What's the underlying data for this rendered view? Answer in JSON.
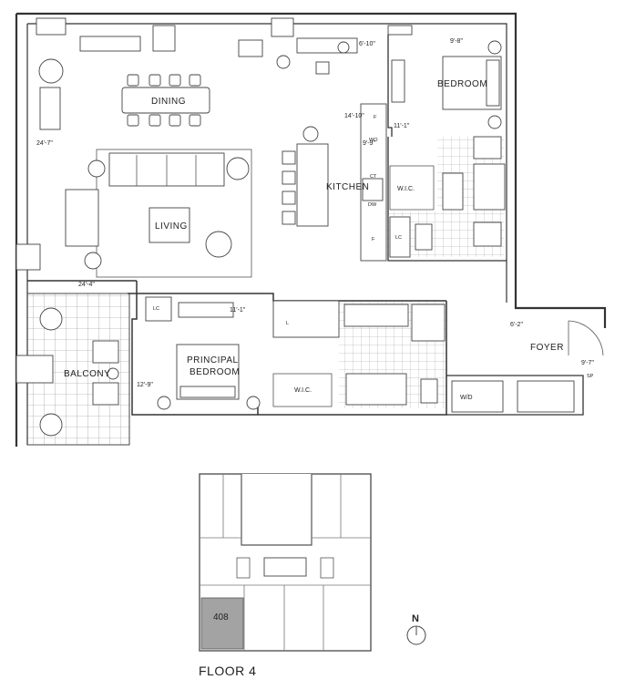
{
  "rooms": {
    "dining": "DINING",
    "living": "LIVING",
    "kitchen": "KITCHEN",
    "bedroom": "BEDROOM",
    "principal_bedroom_line1": "PRINCIPAL",
    "principal_bedroom_line2": "BEDROOM",
    "balcony": "BALCONY",
    "foyer": "FOYER",
    "wic_1": "W.I.C.",
    "wic_2": "W.I.C.",
    "wd": "W/D"
  },
  "dimensions": {
    "d_6_10": "6'-10\"",
    "d_9_8": "9'-8\"",
    "d_14_10": "14'-10\"",
    "d_11_1_a": "11'-1\"",
    "d_9_9": "9'-9\"",
    "d_24_7": "24'-7\"",
    "d_24_4": "24'-4\"",
    "d_11_1_b": "11'-1\"",
    "d_12_9": "12'-9\"",
    "d_6_2": "6'-2\"",
    "d_9_7": "9'-7\""
  },
  "appliances": {
    "f1": "F",
    "wo": "WO",
    "ct": "CT",
    "dw": "DW",
    "f2": "F",
    "lc1": "LC",
    "lc2": "LC",
    "l": "L",
    "sp": "SP"
  },
  "keyplan": {
    "unit": "408",
    "north": "N",
    "floor": "FLOOR 4"
  }
}
